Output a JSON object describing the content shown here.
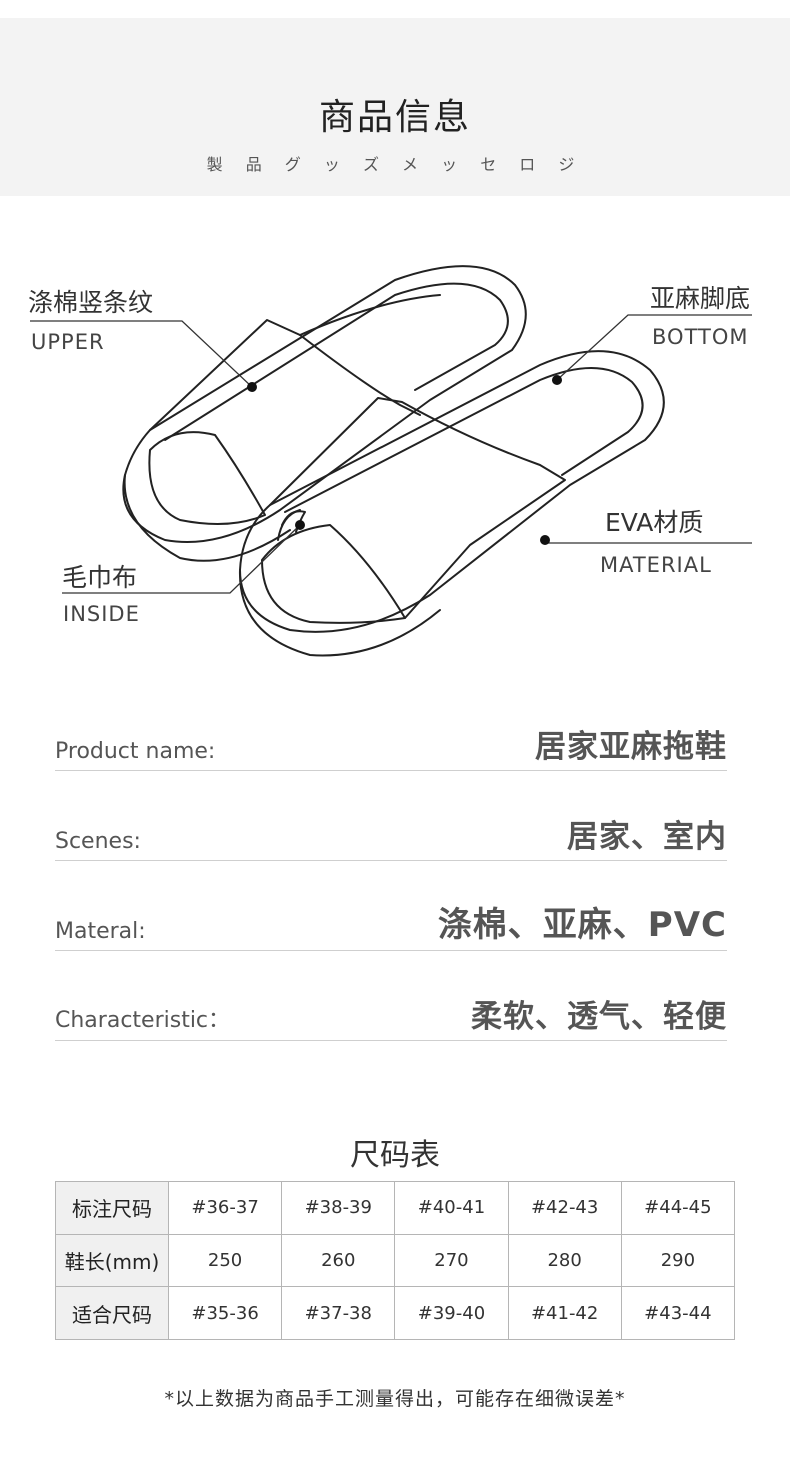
{
  "header": {
    "title": "商品信息",
    "subtitle": "製 品 グ ッ ズ メ ッ セ ロ ジ"
  },
  "callouts": {
    "upper_cn": "涤棉竖条纹",
    "upper_en": "UPPER",
    "bottom_cn": "亚麻脚底",
    "bottom_en": "BOTTOM",
    "material_cn": "EVA材质",
    "material_en": "MATERIAL",
    "inside_cn": "毛巾布",
    "inside_en": "INSIDE"
  },
  "specs": [
    {
      "label": "Product  name:",
      "value": "居家亚麻拖鞋"
    },
    {
      "label": "Scenes:",
      "value": "居家、室内"
    },
    {
      "label": "Materal:",
      "value": "涤棉、亚麻、PVC"
    },
    {
      "label": "Characteristic：",
      "value": "柔软、透气、轻便"
    }
  ],
  "size_chart": {
    "title": "尺码表",
    "rows": [
      {
        "head": "标注尺码",
        "cells": [
          "#36-37",
          "#38-39",
          "#40-41",
          "#42-43",
          "#44-45"
        ]
      },
      {
        "head": "鞋长(mm)",
        "cells": [
          "250",
          "260",
          "270",
          "280",
          "290"
        ]
      },
      {
        "head": "适合尺码",
        "cells": [
          "#35-36",
          "#37-38",
          "#39-40",
          "#41-42",
          "#43-44"
        ]
      }
    ]
  },
  "footnote": "*以上数据为商品手工测量得出，可能存在细微误差*"
}
